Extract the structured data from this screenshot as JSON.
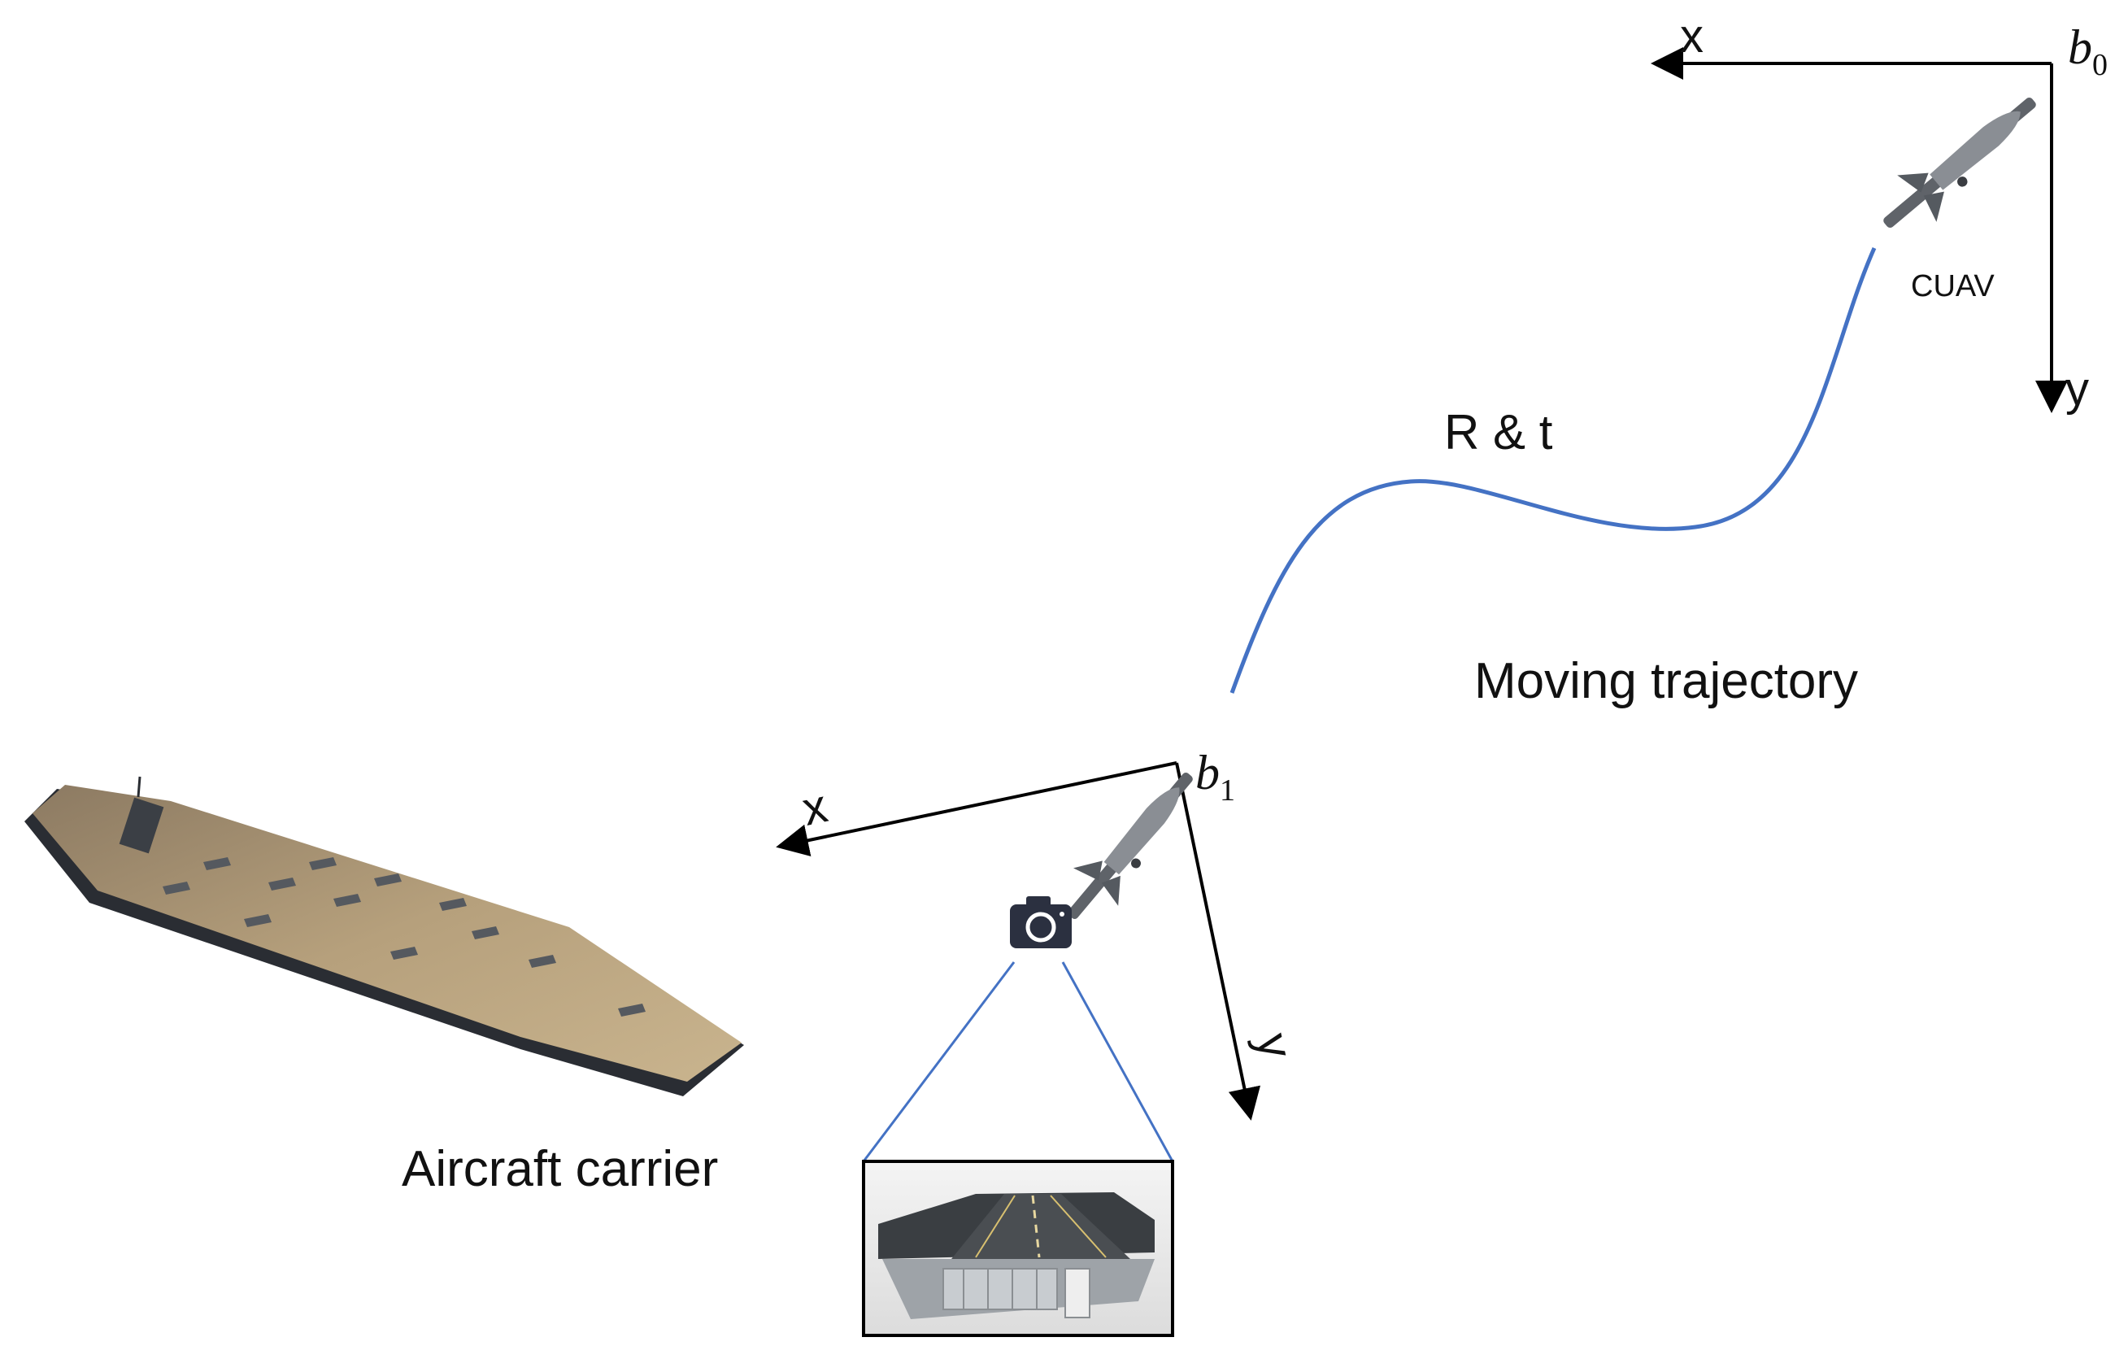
{
  "colors": {
    "trajectory": "#4472c4",
    "axis": "#000000",
    "deck": "#b09874",
    "hull": "#2a2d33",
    "drone": "#6b6f75",
    "camera": "#2b3040"
  },
  "frames": {
    "b0": {
      "letter": "b",
      "sub": "0",
      "x_label": "x",
      "y_label": "y"
    },
    "b1": {
      "letter": "b",
      "sub": "1",
      "x_label": "x",
      "y_label": "y"
    }
  },
  "labels": {
    "cuav": "CUAV",
    "motion": "R & t",
    "trajectory": "Moving trajectory",
    "carrier": "Aircraft carrier"
  },
  "icons": {
    "drone_top": "uav-drone-icon",
    "drone_bottom": "uav-drone-icon",
    "camera": "camera-icon",
    "carrier": "aircraft-carrier-icon",
    "camera_view": "carrier-deck-view-icon"
  }
}
